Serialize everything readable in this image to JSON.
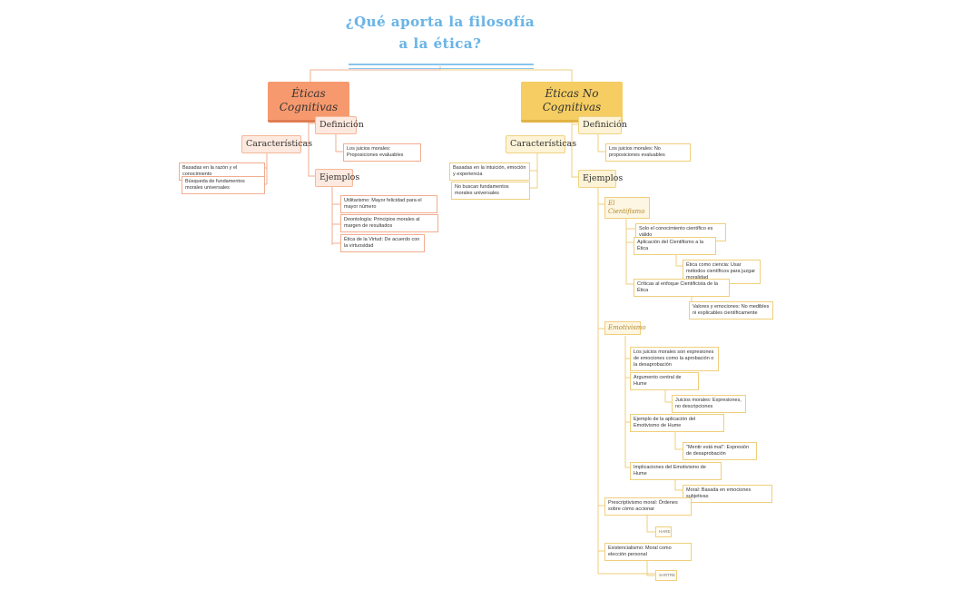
{
  "title": "¿Qué aporta la filosofía a la ética?",
  "left": {
    "main": "Éticas Cognitivas",
    "definicion": "Definición",
    "definicion_text": "Los juicios morales: Proposiciones evaluables",
    "caracteristicas": "Características",
    "caracteristicas_items": [
      "Basadas en la razón y el conocimiento",
      "Búsqueda de fundamentos morales universales"
    ],
    "ejemplos": "Ejemplos",
    "ejemplos_items": [
      "Utilitarismo: Mayor felicidad para el mayor número",
      "Deontología: Principios morales al margen de resultados",
      "Ética de la Virtud: De acuerdo con la virtuosidad"
    ]
  },
  "right": {
    "main": "Éticas No Cognitivas",
    "definicion": "Definición",
    "definicion_text": "Los juicios morales: No proposiciones evaluables",
    "caracteristicas": "Características",
    "caracteristicas_items": [
      "Basadas en la intuición, emoción y experiencia",
      "No buscan fundamentos morales universales"
    ],
    "ejemplos": "Ejemplos",
    "cientifismo": {
      "title": "El Cientifismo",
      "items": [
        "Solo el conocimiento científico es válido",
        "Aplicación del Cientifismo a la Ética",
        "Ética como ciencia: Usar métodos científicos para juzgar moralidad",
        "Críticas al enfoque Cientificista de la Ética",
        "Valores y emociones: No medibles ni explicables científicamente"
      ]
    },
    "emotivismo": {
      "title": "Emotivismo",
      "items": [
        "Los juicios morales son expresiones de emociones como la aprobación o la desaprobación",
        "Argumento central de Hume",
        "Juicios morales: Expresiones, no descripciones",
        "Ejemplo de la aplicación del Emotivismo de Hume",
        "\"Mentir está mal\": Expresión de desaprobación",
        "Implicaciones del Emotivismo de Hume",
        "Moral: Basada en emociones subjetivas"
      ]
    },
    "prescriptivismo": "Prescriptivismo moral: Órdenes sobre cómo accionar",
    "hare": "HARE",
    "existencialismo": "Existencialismo: Moral como elección personal",
    "sartre": "SARTRE"
  },
  "colors": {
    "title": "#6ab4e6",
    "cognitive": "#f7996e",
    "non_cognitive": "#f5cd62",
    "cognitive_line": "#f2ad8f",
    "non_cognitive_line": "#efcf7c"
  }
}
